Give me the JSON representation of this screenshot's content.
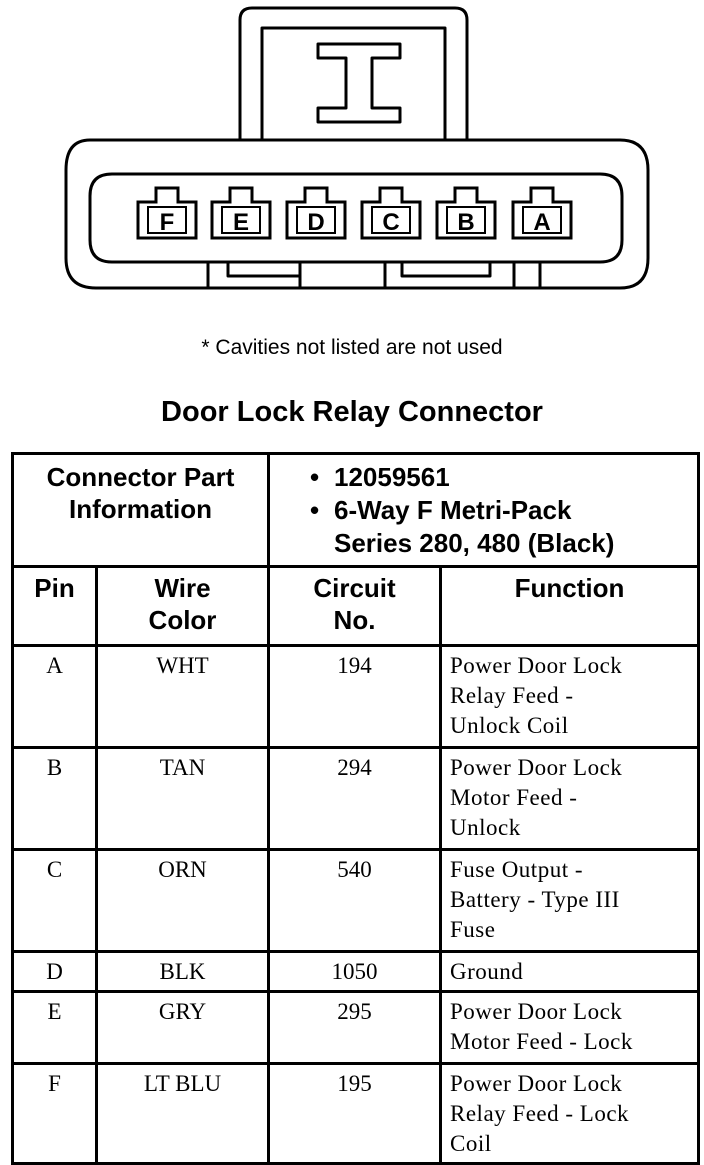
{
  "connector_diagram": {
    "cavities": [
      "F",
      "E",
      "D",
      "C",
      "B",
      "A"
    ]
  },
  "note": "* Cavities not listed are not used",
  "title": "Door Lock Relay Connector",
  "part_info": {
    "label_line1": "Connector Part",
    "label_line2": "Information",
    "items": [
      {
        "line1": "12059561"
      },
      {
        "line1": "6-Way F Metri-Pack",
        "line2": "Series 280, 480 (Black)"
      }
    ]
  },
  "columns": {
    "pin": "Pin",
    "wire_color_1": "Wire",
    "wire_color_2": "Color",
    "circuit_1": "Circuit",
    "circuit_2": "No.",
    "function": "Function"
  },
  "rows": [
    {
      "pin": "A",
      "color": "WHT",
      "circuit": "194",
      "function": [
        "Power Door Lock",
        "Relay Feed -",
        "Unlock Coil"
      ]
    },
    {
      "pin": "B",
      "color": "TAN",
      "circuit": "294",
      "function": [
        "Power Door Lock",
        "Motor Feed -",
        "Unlock"
      ]
    },
    {
      "pin": "C",
      "color": "ORN",
      "circuit": "540",
      "function": [
        "Fuse Output -",
        "Battery - Type III",
        "Fuse"
      ]
    },
    {
      "pin": "D",
      "color": "BLK",
      "circuit": "1050",
      "function": [
        "Ground"
      ]
    },
    {
      "pin": "E",
      "color": "GRY",
      "circuit": "295",
      "function": [
        "Power Door Lock",
        "Motor Feed - Lock"
      ]
    },
    {
      "pin": "F",
      "color": "LT BLU",
      "circuit": "195",
      "function": [
        "Power Door Lock",
        "Relay Feed - Lock",
        "Coil"
      ]
    }
  ]
}
